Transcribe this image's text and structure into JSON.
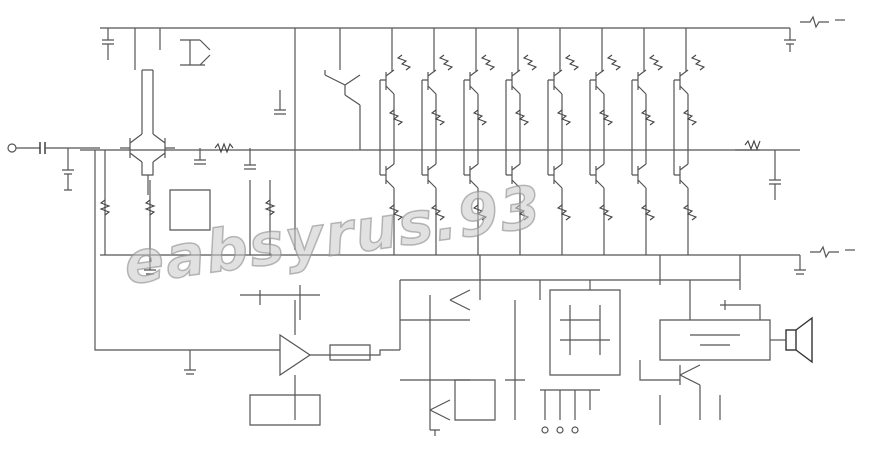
{
  "diagram": {
    "kind": "amplifier-circuit-schematic",
    "watermark_text": "eabsyrus.93",
    "watermark_color": "#c8c8c8",
    "line_color": "#555555",
    "background": "#ffffff",
    "output_stage_pairs": 8,
    "components": {
      "input_connector": "input-jack",
      "speaker": "speaker-icon"
    }
  }
}
